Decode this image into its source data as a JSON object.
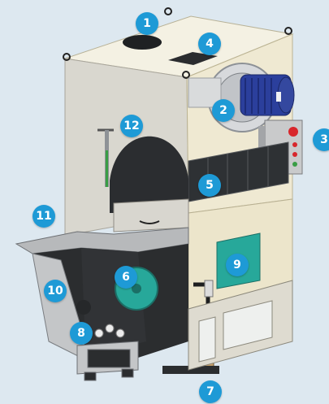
{
  "colors": {
    "background": "#dde8f0",
    "badge": "#1e9ad6",
    "panel": "#f0ebd6",
    "panel_shade": "#d9d2b5",
    "steel": "#b9bcbf",
    "steel_dark": "#6f7377",
    "motor_blue": "#2b3f9c",
    "teal_panel": "#27a89a",
    "dark_interior": "#2a2c2e"
  },
  "badges": [
    {
      "label": "1"
    },
    {
      "label": "2"
    },
    {
      "label": "3"
    },
    {
      "label": "4"
    },
    {
      "label": "5"
    },
    {
      "label": "6"
    },
    {
      "label": "7"
    },
    {
      "label": "8"
    },
    {
      "label": "9"
    },
    {
      "label": "10"
    },
    {
      "label": "11"
    },
    {
      "label": "12"
    }
  ]
}
